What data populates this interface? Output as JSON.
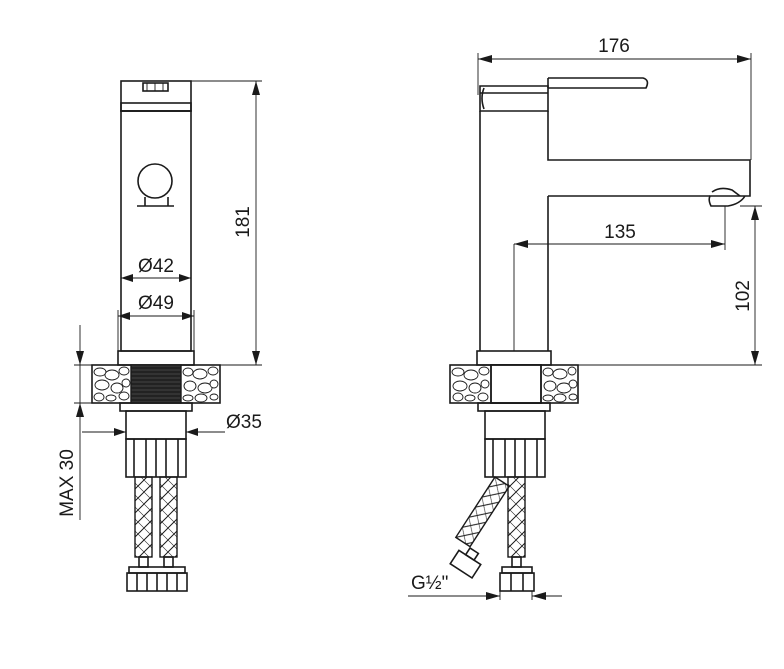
{
  "front_view": {
    "height_label": "181",
    "body_diameter_label": "Ø42",
    "base_diameter_label": "Ø49",
    "shank_diameter_label": "Ø35",
    "max_thickness_label": "MAX 30"
  },
  "side_view": {
    "length_label": "176",
    "spout_reach_label": "135",
    "spout_height_label": "102",
    "thread_label": "G½\""
  },
  "colors": {
    "line": "#1a1a1a",
    "background": "#ffffff"
  }
}
